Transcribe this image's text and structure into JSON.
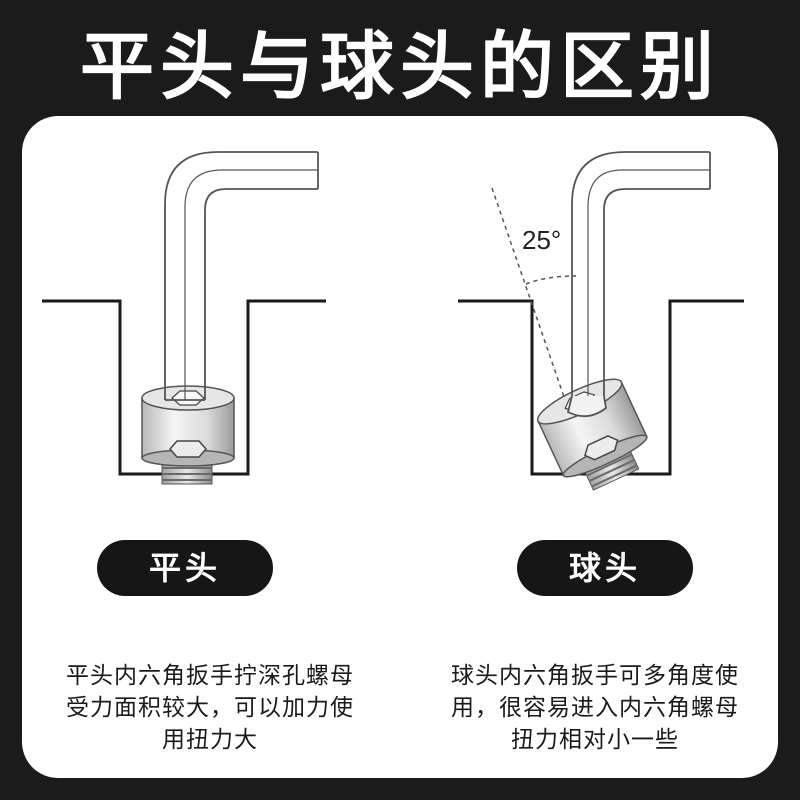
{
  "title": "平头与球头的区别",
  "left": {
    "label": "平头",
    "description": "平头内六角扳手拧深孔螺母受力面积较大，可以加力使用扭力大"
  },
  "right": {
    "label": "球头",
    "description": "球头内六角扳手可多角度使用，很容易进入内六角螺母扭力相对小一些",
    "angle_label": "25°"
  },
  "colors": {
    "background": "#1b1b1b",
    "card": "#ffffff",
    "pill": "#161616",
    "accent_text": "#ffffff"
  }
}
